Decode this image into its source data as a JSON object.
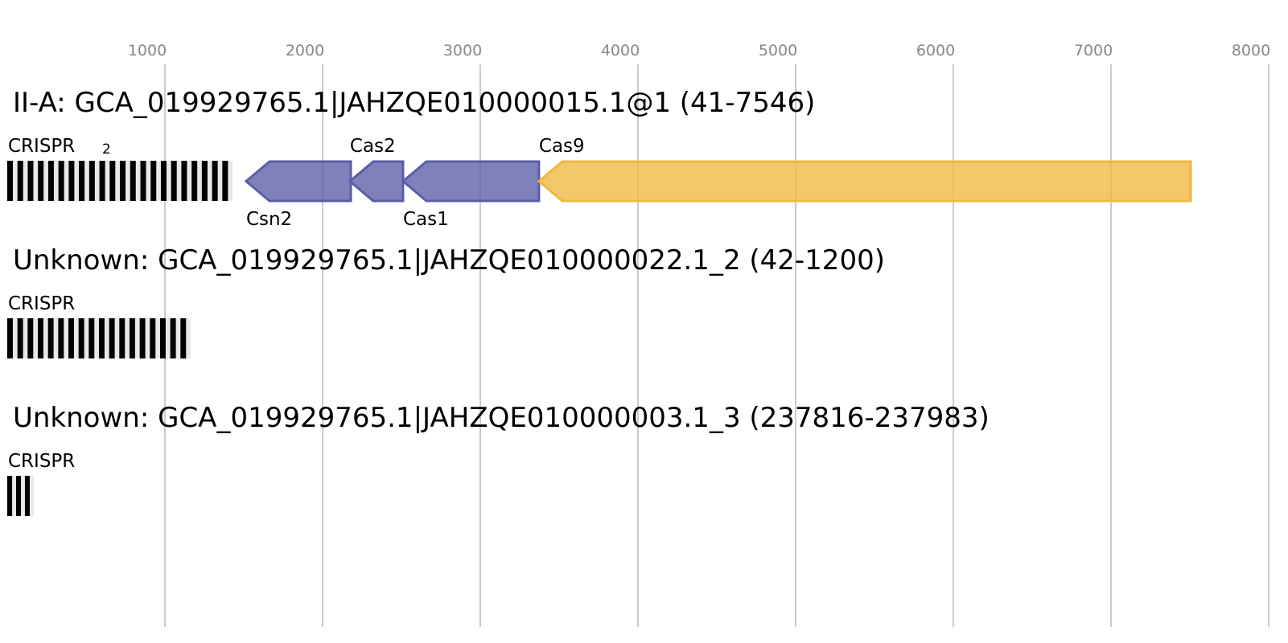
{
  "axis": {
    "ticks": [
      1000,
      2000,
      3000,
      4000,
      5000,
      6000,
      7000,
      8000
    ],
    "max": 8000
  },
  "colors": {
    "cas": "#5b5ea6",
    "cas9": "#efb840",
    "repeat": "#000000",
    "spacer": "#e8e8e8",
    "grid": "#bbbbbb"
  },
  "tracks": [
    {
      "title": "II-A: GCA_019929765.1|JAHZQE010000015.1@1 (41-7546)",
      "crispr": {
        "label": "CRISPR",
        "index": "2",
        "start": 0,
        "end": 1429,
        "repeats": 22
      },
      "genes": [
        {
          "name": "Csn2",
          "start": 1515,
          "end": 2179,
          "strand": "-",
          "type": "cas",
          "label_pos": "below"
        },
        {
          "name": "Cas2",
          "start": 2173,
          "end": 2510,
          "strand": "-",
          "type": "cas",
          "label_pos": "above"
        },
        {
          "name": "Cas1",
          "start": 2510,
          "end": 3372,
          "strand": "-",
          "type": "cas",
          "label_pos": "below"
        },
        {
          "name": "Cas9",
          "start": 3372,
          "end": 7505,
          "strand": "-",
          "type": "cas9",
          "label_pos": "above"
        }
      ]
    },
    {
      "title": "Unknown: GCA_019929765.1|JAHZQE010000022.1_2 (42-1200)",
      "crispr": {
        "label": "CRISPR",
        "start": 0,
        "end": 1163,
        "repeats": 18
      },
      "genes": []
    },
    {
      "title": "Unknown: GCA_019929765.1|JAHZQE010000003.1_3 (237816-237983)",
      "crispr": {
        "label": "CRISPR",
        "start": 0,
        "end": 168,
        "repeats": 3
      },
      "genes": []
    }
  ]
}
